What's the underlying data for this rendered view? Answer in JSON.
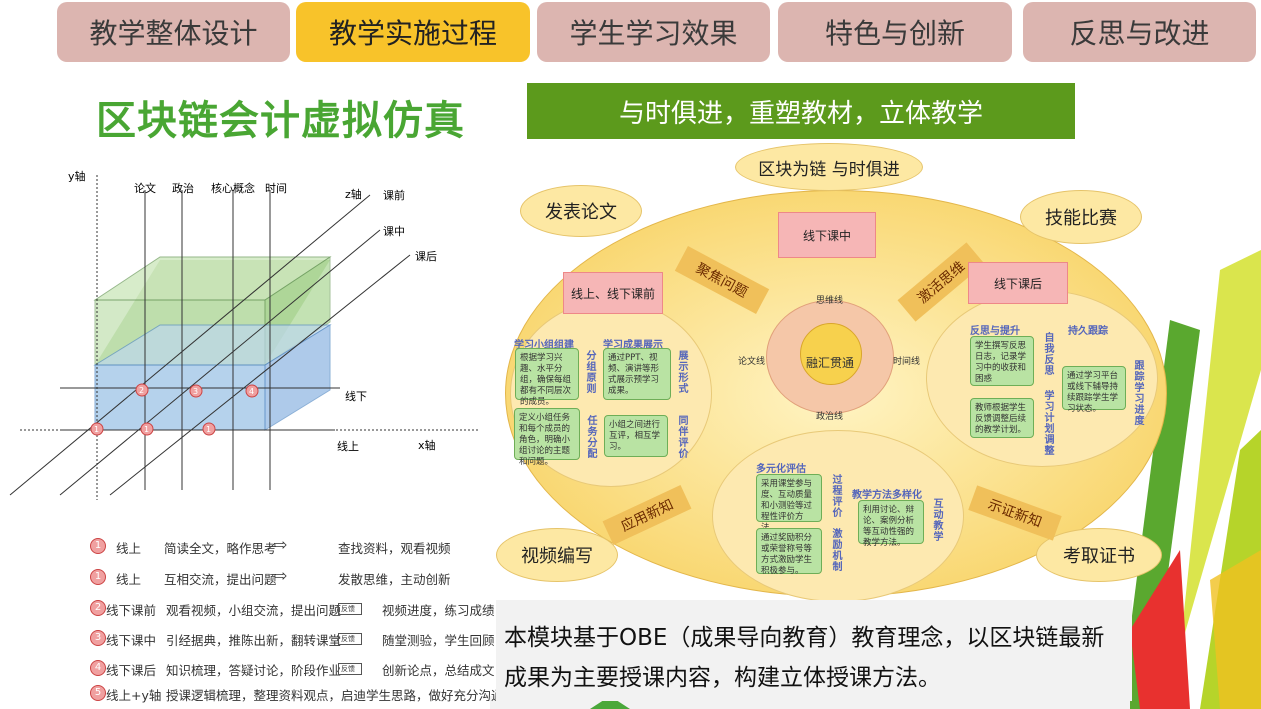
{
  "tabs": [
    {
      "label": "教学整体设计"
    },
    {
      "label": "教学实施过程"
    },
    {
      "label": "学生学习效果"
    },
    {
      "label": "特色与创新"
    },
    {
      "label": "反思与改进"
    }
  ],
  "page_title": "区块链会计虚拟仿真",
  "banner": "与时俱进，重塑教材，立体教学",
  "cube": {
    "y_axis": "y轴",
    "x_axis": "x轴",
    "z_axis": "z轴",
    "top_labels": [
      "论文",
      "政治",
      "核心概念",
      "时间"
    ],
    "right_labels": [
      "课前",
      "课中",
      "课后"
    ],
    "xian_xia": "线下",
    "xian_shang": "线上",
    "markers": [
      "1",
      "1",
      "1",
      "2",
      "3",
      "4"
    ]
  },
  "legend": [
    {
      "num": "1",
      "label": "线上",
      "a": "简读全文，略作思考",
      "arrow": "",
      "b": "查找资料，观看视频"
    },
    {
      "num": "1",
      "label": "线上",
      "a": "互相交流，提出问题",
      "arrow": "",
      "b": "发散思维，主动创新"
    },
    {
      "num": "2",
      "label": "线下课前",
      "a": "观看视频，小组交流，提出问题",
      "arrow": "反馈",
      "b": "视频进度，练习成绩"
    },
    {
      "num": "3",
      "label": "线下课中",
      "a": "引经据典，推陈出新，翻转课堂",
      "arrow": "反馈",
      "b": "随堂测验，学生回顾"
    },
    {
      "num": "4",
      "label": "线下课后",
      "a": "知识梳理，答疑讨论，阶段作业",
      "arrow": "反馈",
      "b": "创新论点，总结成文"
    },
    {
      "num": "5",
      "label": "线上+y轴",
      "a": "授课逻辑梳理，整理资料观点，启迪学生思路，做好充分沟通",
      "arrow": "",
      "b": ""
    }
  ],
  "diagram": {
    "top_oval": "区块为链  与时俱进",
    "ovals": [
      "发表论文",
      "技能比赛",
      "视频编写",
      "考取证书"
    ],
    "ribbons": [
      "聚焦问题",
      "激活思维",
      "应用新知",
      "示证新知"
    ],
    "pink_boxes": [
      "线下课中",
      "线上、线下课前",
      "线下课后"
    ],
    "center": "融汇贯通",
    "lines": [
      "思维线",
      "论文线",
      "时间线",
      "政治线"
    ],
    "left": {
      "sec1": "学习小组组建",
      "card1": "根据学习兴趣、水平分组，确保每组都有不同层次的成员。",
      "v1": "分组原则",
      "sec2": "学习成果展示",
      "card2": "通过PPT、视频、演讲等形式展示预学习成果。",
      "v2": "展示形式",
      "card3": "定义小组任务和每个成员的角色，明确小组讨论的主题和问题。",
      "v3": "任务分配",
      "card4": "小组之间进行互评，相互学习。",
      "v4": "同伴评价"
    },
    "right": {
      "sec1": "反思与提升",
      "card1": "学生撰写反思日志，记录学习中的收获和困惑",
      "v1": "自我反思",
      "card2": "教师根据学生反馈调整后续的教学计划。",
      "v2": "学习计划调整",
      "sec2": "持久跟踪",
      "card3": "通过学习平台或线下辅导持续跟踪学生学习状态。",
      "v3": "跟踪学习进度"
    },
    "bottom": {
      "sec1": "多元化评估",
      "card1": "采用课堂参与度、互动质量和小测验等过程性评价方法。",
      "v1": "过程评价",
      "card2": "通过奖励积分或荣誉称号等方式激励学生积极参与。",
      "v2": "激励机制",
      "sec2": "教学方法多样化",
      "card3": "利用讨论、辩论、案例分析等互动性强的教学方法。",
      "v3": "互动教学"
    }
  },
  "description": "本模块基于OBE（成果导向教育）教育理念，以区块链最新成果为主要授课内容，构建立体授课方法。",
  "colors": {
    "tab": "#dcb5b0",
    "tab_active": "#f8c32a",
    "title": "#49a633",
    "banner": "#5c9a1c"
  }
}
